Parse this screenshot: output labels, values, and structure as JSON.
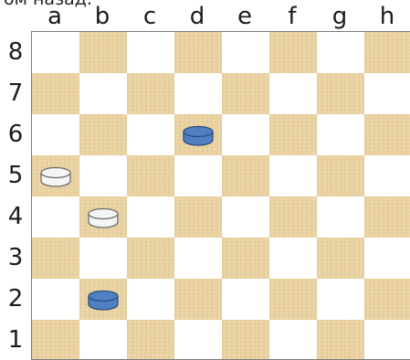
{
  "caption": "ом назад.",
  "files": [
    "a",
    "b",
    "c",
    "d",
    "e",
    "f",
    "g",
    "h"
  ],
  "ranks": [
    "8",
    "7",
    "6",
    "5",
    "4",
    "3",
    "2",
    "1"
  ],
  "colors": {
    "light_square": "#ffffff",
    "dark_square": "#ecd6a7",
    "white_piece": "#f4f4f4",
    "white_piece_edge": "#6e6e6e",
    "blue_piece": "#4f80c2",
    "blue_piece_edge": "#2b4f80"
  },
  "pieces": [
    {
      "square": "d6",
      "color": "blue"
    },
    {
      "square": "a5",
      "color": "white"
    },
    {
      "square": "b4",
      "color": "white"
    },
    {
      "square": "b2",
      "color": "blue"
    }
  ]
}
